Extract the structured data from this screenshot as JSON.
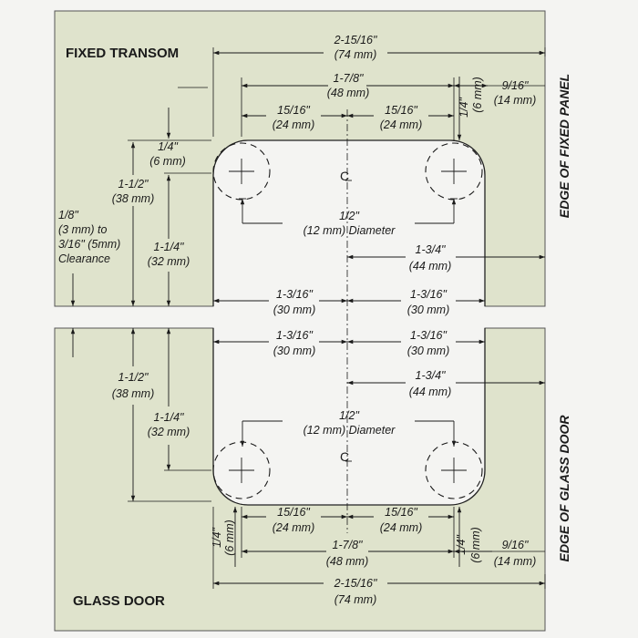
{
  "labels": {
    "fixed_transom": "FIXED TRANSOM",
    "glass_door": "GLASS DOOR",
    "edge_fixed_panel": "EDGE OF FIXED PANEL",
    "edge_glass_door": "EDGE OF GLASS DOOR",
    "centerline_symbol": "C"
  },
  "top": {
    "overall_in": "2-15/16\"",
    "overall_mm": "(74 mm)",
    "hole_span_in": "1-7/8\"",
    "hole_span_mm": "(48 mm)",
    "edge_offset_in": "9/16\"",
    "edge_offset_mm": "(14 mm)",
    "small_in": "1/4\"",
    "small_mm": "(6 mm)",
    "half_left_in": "15/16\"",
    "half_left_mm": "(24 mm)",
    "half_right_in": "15/16\"",
    "half_right_mm": "(24 mm)",
    "left_small_in": "1/4\"",
    "left_small_mm": "(6 mm)",
    "height_big_in": "1-1/2\"",
    "height_big_mm": "(38 mm)",
    "clear_1": "1/8\"",
    "clear_2": "(3 mm) to",
    "clear_3": "3/16\" (5mm)",
    "clear_4": "Clearance",
    "height_in": "1-1/4\"",
    "height_mm": "(32 mm)",
    "diameter_in": "1/2\"",
    "diameter_mm": "(12 mm) Diameter",
    "edge_dist_in": "1-3/4\"",
    "edge_dist_mm": "(44 mm)",
    "bottom_left_in": "1-3/16\"",
    "bottom_left_mm": "(30 mm)",
    "bottom_right_in": "1-3/16\"",
    "bottom_right_mm": "(30 mm)"
  },
  "bottom": {
    "top_left_in": "1-3/16\"",
    "top_left_mm": "(30 mm)",
    "top_right_in": "1-3/16\"",
    "top_right_mm": "(30 mm)",
    "edge_dist_in": "1-3/4\"",
    "edge_dist_mm": "(44 mm)",
    "height_big_in": "1-1/2\"",
    "height_big_mm": "(38 mm)",
    "height_in": "1-1/4\"",
    "height_mm": "(32 mm)",
    "diameter_in": "1/2\"",
    "diameter_mm": "(12 mm) Diameter",
    "half_left_in": "15/16\"",
    "half_left_mm": "(24 mm)",
    "half_right_in": "15/16\"",
    "half_right_mm": "(24 mm)",
    "small_left_in": "1/4\"",
    "small_left_mm": "(6 mm)",
    "small_right_in": "1/4\"",
    "small_right_mm": "(6 mm)",
    "hole_span_in": "1-7/8\"",
    "hole_span_mm": "(48 mm)",
    "edge_offset_in": "9/16\"",
    "edge_offset_mm": "(14 mm)",
    "overall_in": "2-15/16\"",
    "overall_mm": "(74 mm)"
  }
}
